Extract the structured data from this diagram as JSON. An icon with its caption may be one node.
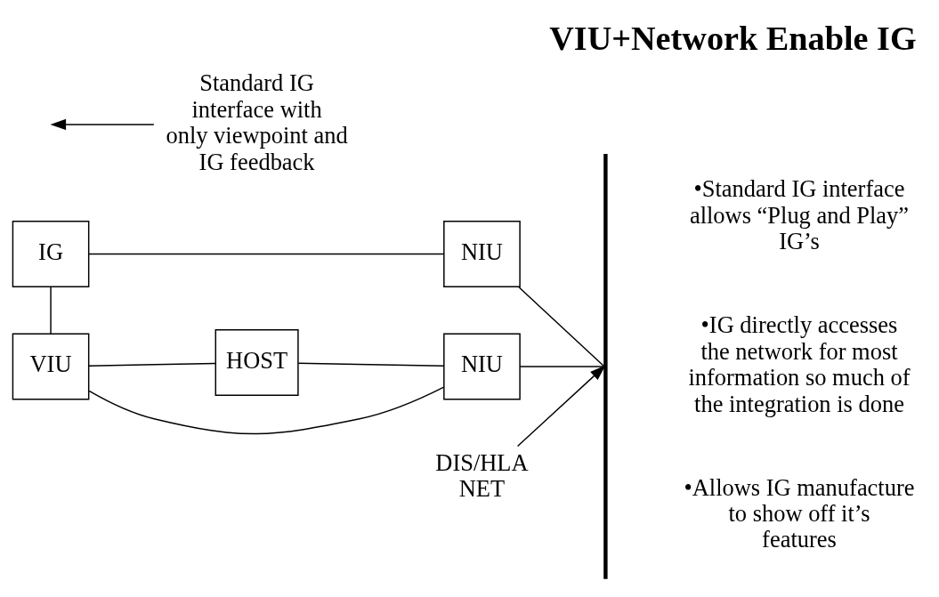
{
  "diagram": {
    "title": "VIU+Network Enable IG",
    "nodes": [
      {
        "text": [
          "IG"
        ]
      },
      {
        "text": [
          "NIU"
        ]
      },
      {
        "text": [
          "VIU"
        ]
      },
      {
        "text": [
          "HOST"
        ]
      },
      {
        "text": [
          "NIU"
        ]
      },
      {
        "text": [],
        "shape": "bar"
      },
      {
        "text": [
          "DIS/HLA NET"
        ]
      },
      {
        "text": [
          "Standard IG interface with only viewpoint and IG feedback"
        ]
      }
    ],
    "edges": [
      {
        "from": 0,
        "to": 1,
        "arrow": "none"
      },
      {
        "from": 1,
        "to": 5,
        "arrow": "none"
      },
      {
        "from": 0,
        "to": 2,
        "arrow": "none"
      },
      {
        "from": 2,
        "to": 3,
        "arrow": "none"
      },
      {
        "from": 2,
        "to": 4,
        "arrow": "none"
      },
      {
        "from": 3,
        "to": 4,
        "arrow": "none"
      },
      {
        "from": 4,
        "to": 5,
        "arrow": "none"
      },
      {
        "from": 6,
        "to": 5,
        "arrow": "to"
      },
      {
        "from": 7,
        "to": null,
        "arrow": "to"
      }
    ],
    "labels": [
      "•Standard IG interface allows “Plug and Play” IG’s",
      "•IG directly accesses the network for most information so much of the integration is done",
      "•Allows IG manufacture to show off it’s features"
    ]
  }
}
